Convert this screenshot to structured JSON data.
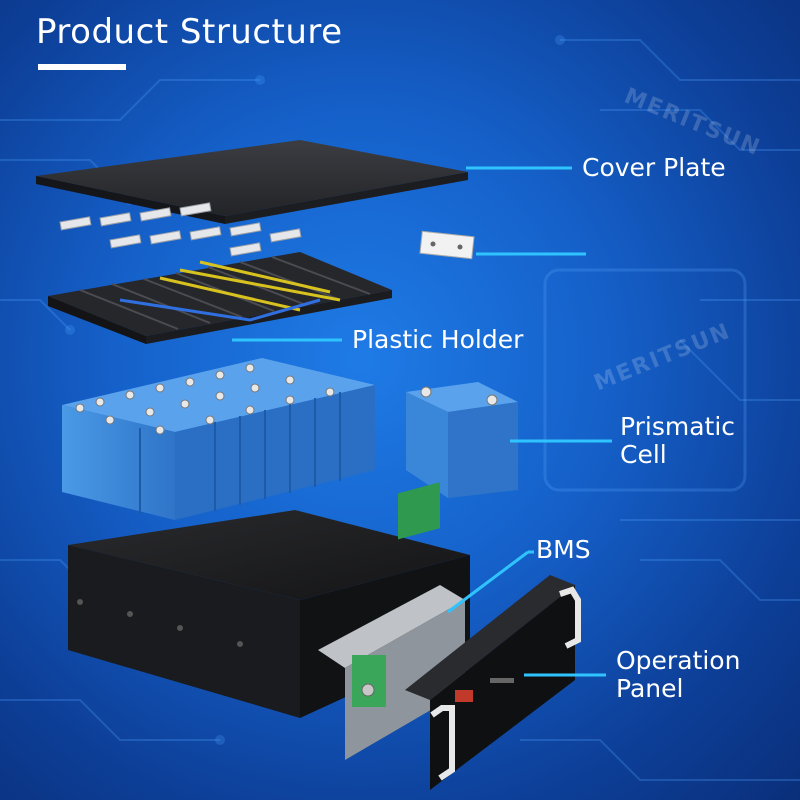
{
  "title": "Product Structure",
  "watermark": "MERITSUN",
  "labels": {
    "cover_plate": "Cover Plate",
    "plastic_holder": "Plastic Holder",
    "prismatic_cell_line1": "Prismatic",
    "prismatic_cell_line2": "Cell",
    "bms": "BMS",
    "operation_panel_line1": "Operation",
    "operation_panel_line2": "Panel"
  },
  "colors": {
    "background": "#1560c9",
    "leader_line": "#2fc4ff",
    "cell_blue": "#3a86d8",
    "case_black": "#1c1c1e",
    "pcb_green": "#2f9a4f",
    "handle_white": "#e8e8e8",
    "wire_yellow": "#d8c21f"
  }
}
